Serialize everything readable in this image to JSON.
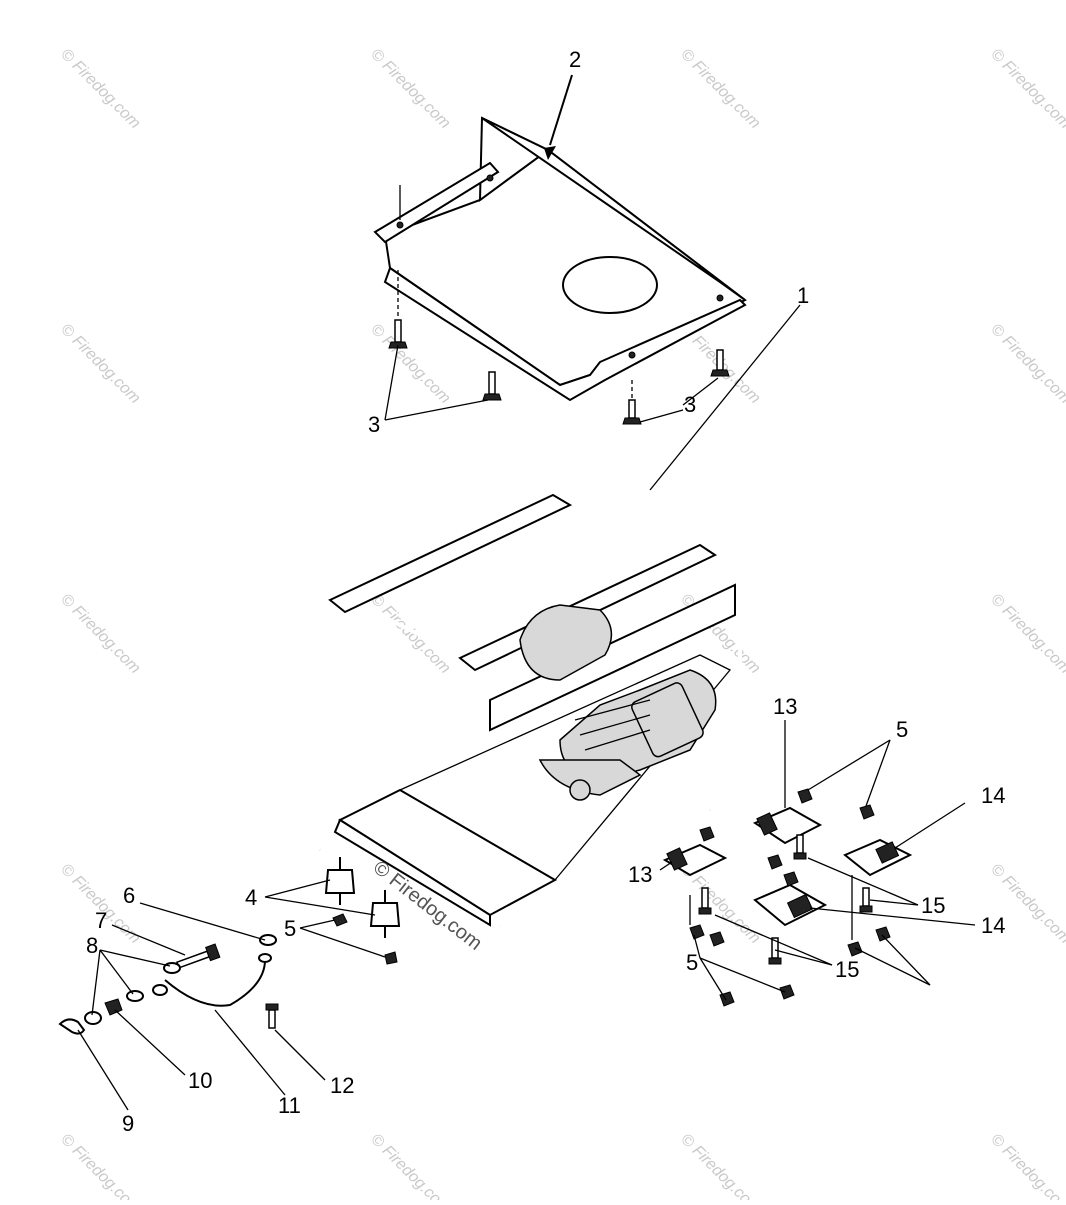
{
  "diagram": {
    "callouts": [
      {
        "id": "c1",
        "label": "1"
      },
      {
        "id": "c2",
        "label": "2"
      },
      {
        "id": "c3a",
        "label": "3"
      },
      {
        "id": "c3b",
        "label": "3"
      },
      {
        "id": "c4",
        "label": "4"
      },
      {
        "id": "c5a",
        "label": "5"
      },
      {
        "id": "c5b",
        "label": "5"
      },
      {
        "id": "c5c",
        "label": "5"
      },
      {
        "id": "c6",
        "label": "6"
      },
      {
        "id": "c7",
        "label": "7"
      },
      {
        "id": "c8",
        "label": "8"
      },
      {
        "id": "c9",
        "label": "9"
      },
      {
        "id": "c10",
        "label": "10"
      },
      {
        "id": "c11",
        "label": "11"
      },
      {
        "id": "c12",
        "label": "12"
      },
      {
        "id": "c13a",
        "label": "13"
      },
      {
        "id": "c13b",
        "label": "13"
      },
      {
        "id": "c14a",
        "label": "14"
      },
      {
        "id": "c14b",
        "label": "14"
      },
      {
        "id": "c15a",
        "label": "15"
      },
      {
        "id": "c15b",
        "label": "15"
      }
    ],
    "watermark_text": "© Firedog.com",
    "center_watermark_text": "© Firedog.com"
  }
}
